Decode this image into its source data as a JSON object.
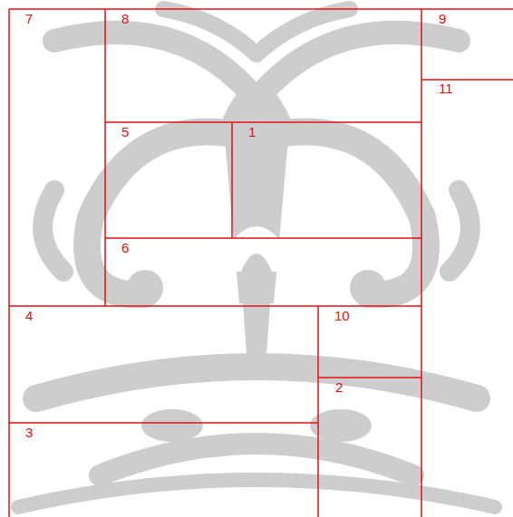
{
  "diagram": {
    "labels": [
      "7",
      "8",
      "9",
      "11",
      "5",
      "1",
      "6",
      "4",
      "10",
      "2",
      "3"
    ]
  }
}
